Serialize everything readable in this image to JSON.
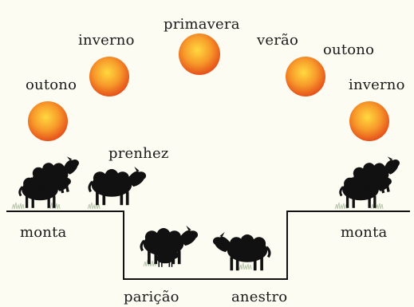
{
  "seasons": [
    {
      "label": "outono"
    },
    {
      "label": "inverno"
    },
    {
      "label": "primavera"
    },
    {
      "label": "verão"
    },
    {
      "label": "outono"
    },
    {
      "label": "inverno"
    }
  ],
  "stages": {
    "prenhez": "prenhez",
    "monta_left": "monta",
    "monta_right": "monta",
    "paricao": "parição",
    "anestro": "anestro"
  },
  "colors": {
    "background": "#fdfcf3",
    "sun_center": "#ffcf3a",
    "sun_edge": "#e8551c",
    "sheep": "#111111",
    "line": "#111111",
    "grass": "#c9d3bf"
  },
  "icons": [
    "sun-icon",
    "sheep-mating-icon",
    "pregnant-ewe-icon",
    "ewe-with-lamb-icon",
    "anestrous-ewe-icon"
  ]
}
